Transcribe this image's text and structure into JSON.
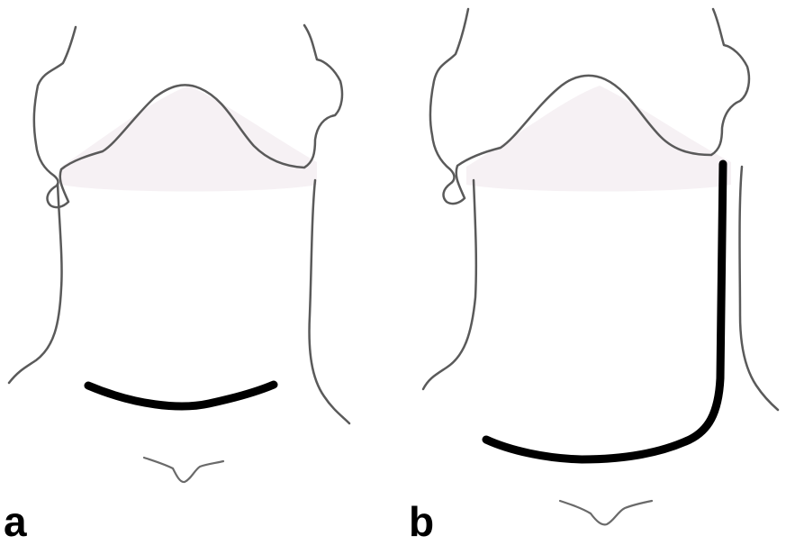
{
  "panels": [
    {
      "label": "a",
      "incision": "transverse-curved"
    },
    {
      "label": "b",
      "incision": "vertical-with-curved-base"
    }
  ],
  "colors": {
    "outline": "#5a5a5a",
    "incision": "#000000",
    "skin_shadow": "#f3eef1",
    "background": "#ffffff"
  }
}
